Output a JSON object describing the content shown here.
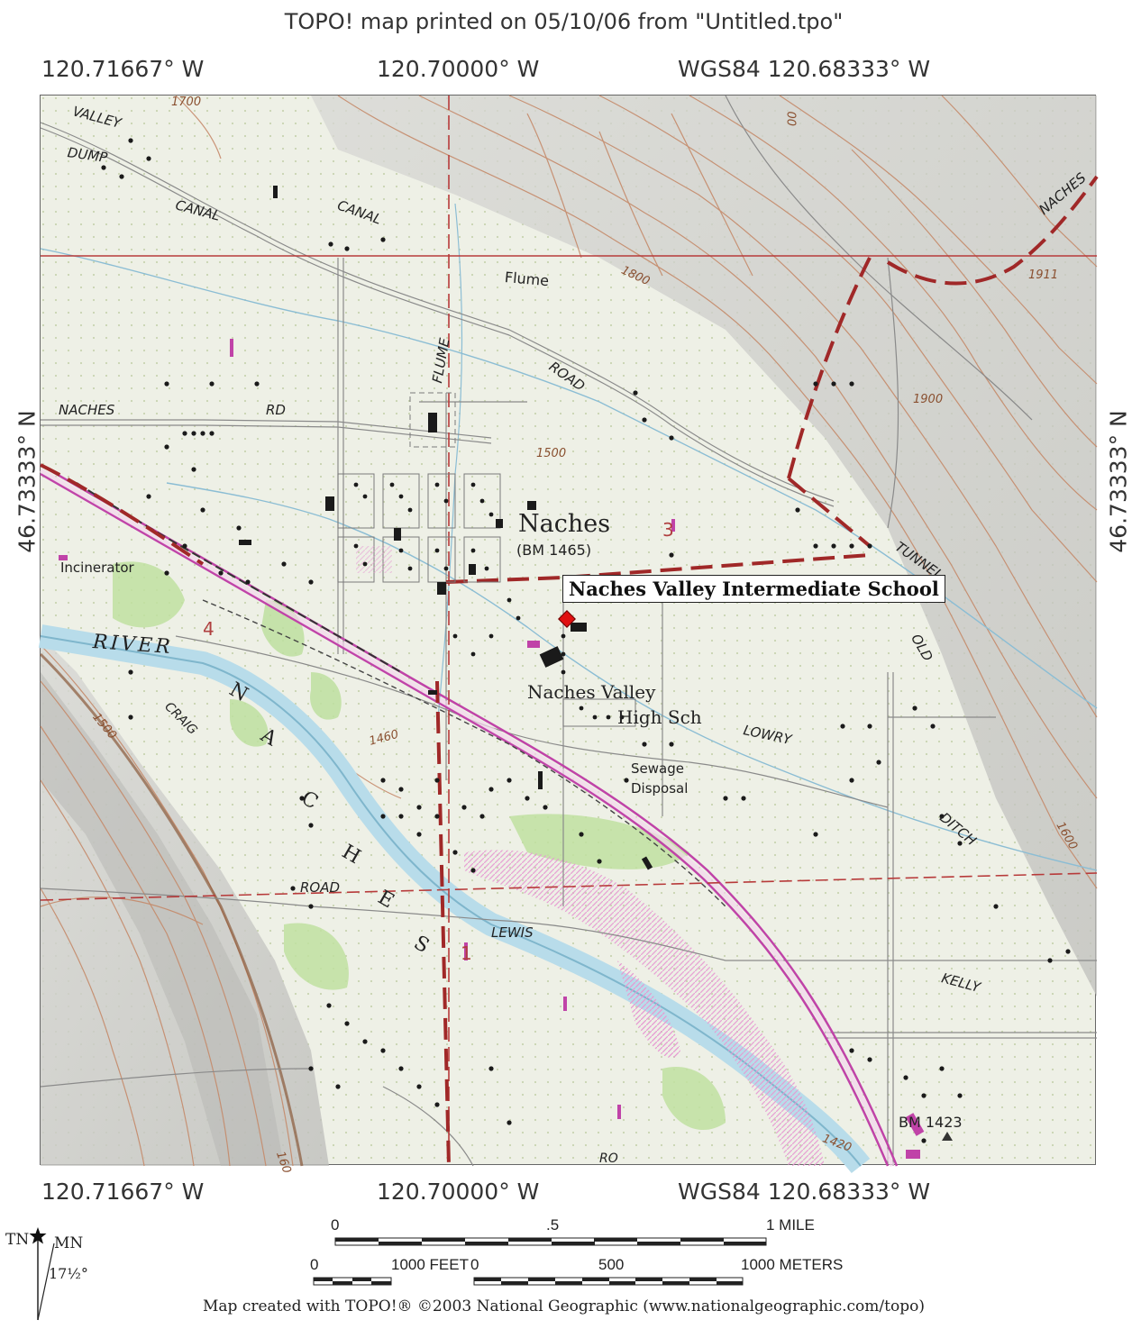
{
  "header": {
    "title": "TOPO! map printed on 05/10/06 from \"Untitled.tpo\""
  },
  "longitudes": {
    "left": "120.71667° W",
    "center": "120.70000° W",
    "right": "WGS84 120.68333° W"
  },
  "latitude": {
    "label": "46.73333° N"
  },
  "callout": {
    "label": "Naches Valley Intermediate School",
    "marker_color": "#e01010"
  },
  "place_labels": {
    "valley": "VALLEY",
    "dump": "DUMP",
    "canal_w": "CANAL",
    "canal_e": "CANAL",
    "flume": "Flume",
    "flume_v": "FLUME",
    "road_n": "ROAD",
    "naches_ne": "NACHES",
    "naches_rd": "NACHES",
    "rd": "RD",
    "naches_town": "Naches",
    "bm1465": "(BM 1465)",
    "tunnel": "TUNNEL",
    "old": "OLD",
    "incinerator": "Incinerator",
    "river": "RIVER",
    "river_n": "N",
    "river_a": "A",
    "river_c": "C",
    "river_h": "H",
    "river_e": "E",
    "river_s": "S",
    "craig": "CRAIG",
    "hs_1": "Naches Valley",
    "hs_2": "High Sch",
    "lowry": "LOWRY",
    "sewage_1": "Sewage",
    "sewage_2": "Disposal",
    "ditch": "DITCH",
    "road_s": "ROAD",
    "lewis": "LEWIS",
    "kelly": "KELLY",
    "bm1423": "BM 1423",
    "ro": "RO",
    "c1700": "1700",
    "c1800": "1800",
    "c1911": "1911",
    "c1900": "1900",
    "c1500a": "1500",
    "c1500b": "1500",
    "c1460": "1460",
    "c1600": "1600",
    "c1420": "1420",
    "c160": "160",
    "c00": "00",
    "sec3": "3",
    "sec4": "4",
    "sec1": "1"
  },
  "scale": {
    "mile_0": "0",
    "mile_half": ".5",
    "mile_1": "1 MILE",
    "feet_0": "0",
    "feet_1000": "1000 FEET",
    "m_0": "0",
    "m_500": "500",
    "m_1000": "1000 METERS"
  },
  "north": {
    "tn": "TN",
    "mn": "MN",
    "declination": "17½°"
  },
  "credit": "Map created with TOPO!® ©2003 National Geographic (www.nationalgeographic.com/topo)"
}
